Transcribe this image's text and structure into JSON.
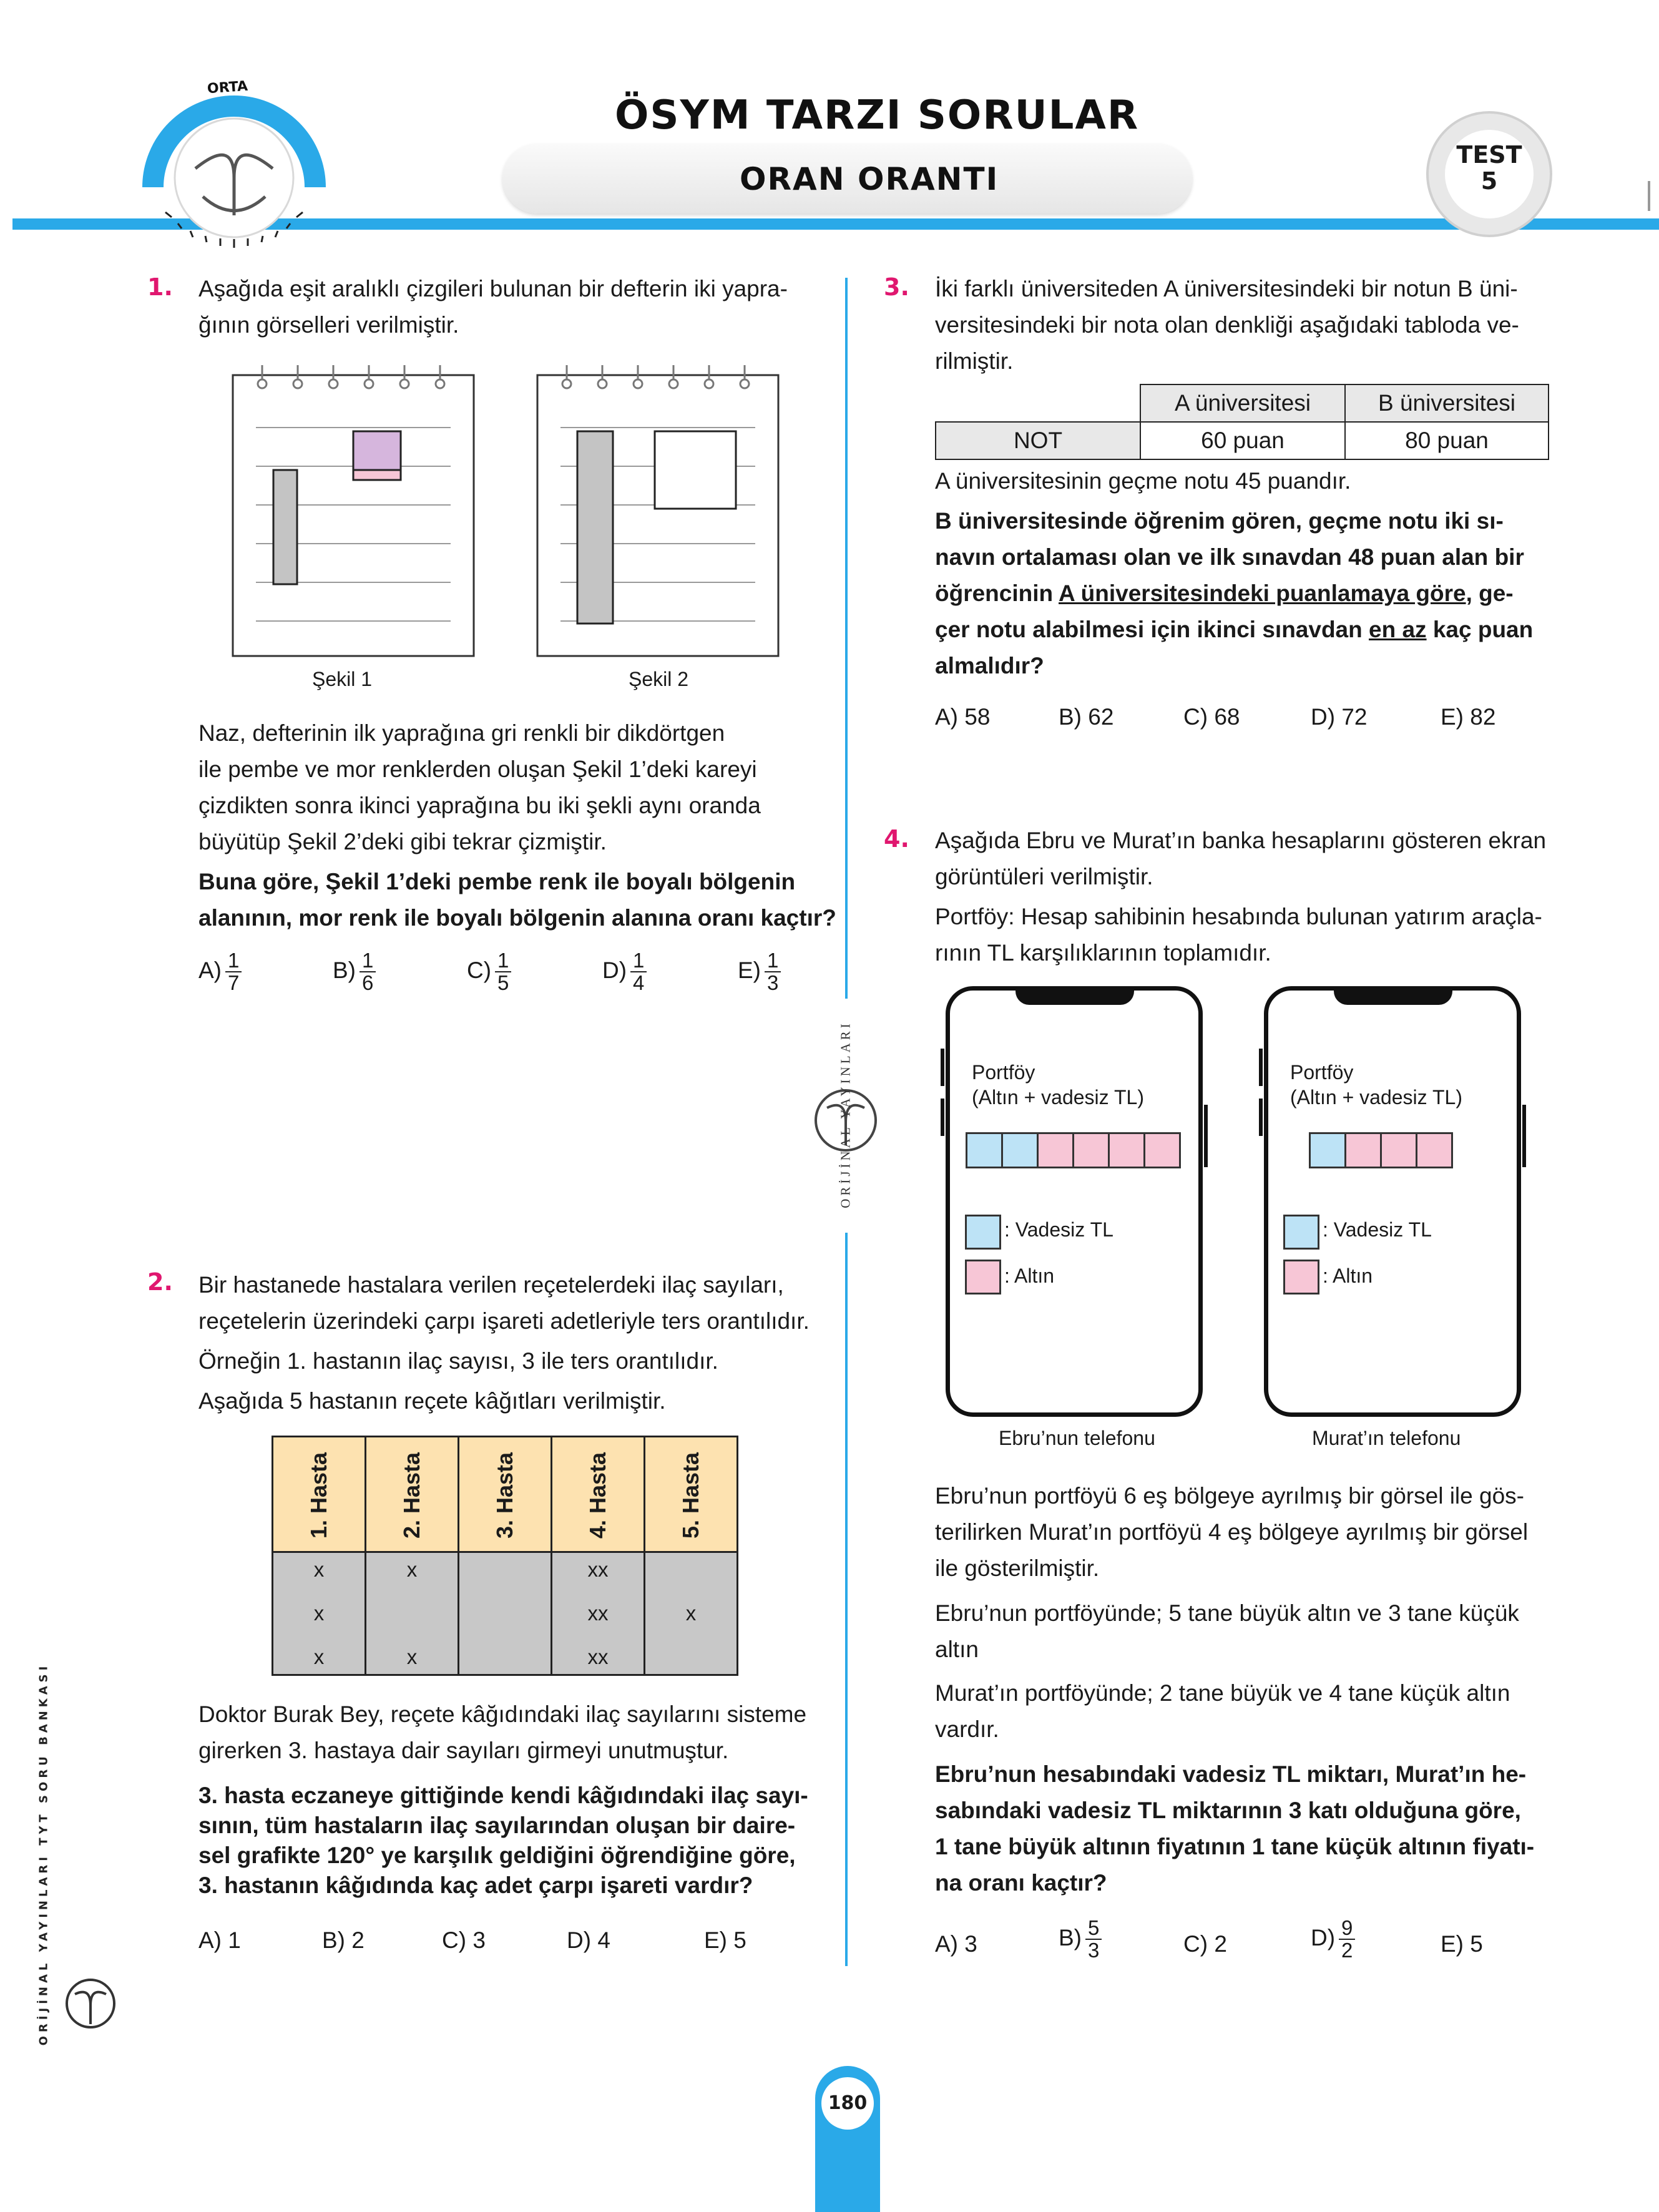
{
  "header": {
    "level_badge": "ORTA",
    "title": "ÖSYM TARZI SORULAR",
    "subtitle": "ORAN ORANTI",
    "test_label": "TEST",
    "test_number": "5"
  },
  "q1": {
    "number": "1.",
    "intro_line1": "Aşağıda eşit aralıklı çizgileri bulunan bir defterin iki yapra-",
    "intro_line2": "ğının görselleri verilmiştir.",
    "figure1_caption": "Şekil 1",
    "figure2_caption": "Şekil 2",
    "body_lines": [
      "Naz, defterinin ilk yaprağına gri renkli bir dikdörtgen",
      "ile pembe ve mor renklerden oluşan Şekil 1’deki kareyi",
      "çizdikten sonra ikinci yaprağına bu iki şekli aynı oranda",
      "büyütüp Şekil 2’deki gibi tekrar çizmiştir."
    ],
    "question_lines": [
      "Buna göre, Şekil 1’deki pembe renk ile boyalı bölgenin",
      "alanının, mor renk ile boyalı bölgenin alanına oranı kaçtır?"
    ],
    "options": [
      {
        "label": "A)",
        "num": "1",
        "den": "7"
      },
      {
        "label": "B)",
        "num": "1",
        "den": "6"
      },
      {
        "label": "C)",
        "num": "1",
        "den": "5"
      },
      {
        "label": "D)",
        "num": "1",
        "den": "4"
      },
      {
        "label": "E)",
        "num": "1",
        "den": "3"
      }
    ]
  },
  "q2": {
    "number": "2.",
    "intro_lines": [
      "Bir hastanede hastalara verilen reçetelerdeki ilaç sayıları,",
      "reçetelerin üzerindeki çarpı işareti adetleriyle ters orantılıdır.",
      "Örneğin 1. hastanın ilaç sayısı, 3 ile ters orantılıdır.",
      "Aşağıda 5 hastanın reçete kâğıtları verilmiştir."
    ],
    "patients": [
      {
        "name": "1. Hasta",
        "marks": [
          "x",
          "x",
          "x"
        ]
      },
      {
        "name": "2. Hasta",
        "marks": [
          "x",
          "",
          "x"
        ]
      },
      {
        "name": "3. Hasta",
        "marks": [
          "",
          "",
          ""
        ]
      },
      {
        "name": "4. Hasta",
        "marks": [
          "xx",
          "xx",
          "xx"
        ]
      },
      {
        "name": "5. Hasta",
        "marks": [
          "",
          "x",
          ""
        ]
      }
    ],
    "body_lines": [
      "Doktor Burak Bey, reçete kâğıdındaki ilaç sayılarını sisteme",
      "girerken 3. hastaya dair sayıları girmeyi unutmuştur."
    ],
    "question_lines": [
      "3. hasta eczaneye gittiğinde kendi kâğıdındaki ilaç sayı-",
      "sının, tüm hastaların ilaç sayılarından oluşan bir daire-",
      "sel grafikte 120° ye karşılık geldiğini öğrendiğine göre,",
      "3. hastanın kâğıdında kaç adet çarpı işareti vardır?"
    ],
    "options": [
      "A) 1",
      "B) 2",
      "C) 3",
      "D) 4",
      "E) 5"
    ]
  },
  "q3": {
    "number": "3.",
    "intro_lines": [
      "İki farklı üniversiteden A üniversitesindeki bir notun B üni-",
      "versitesindeki bir nota olan denkliği aşağıdaki tabloda ve-",
      "rilmiştir."
    ],
    "table": {
      "col1": "A üniversitesi",
      "col2": "B üniversitesi",
      "row_label": "NOT",
      "val1": "60 puan",
      "val2": "80 puan"
    },
    "body_line": "A üniversitesinin geçme notu 45 puandır.",
    "question_lines": [
      "B üniversitesinde öğrenim gören, geçme notu iki sı-",
      "navın ortalaması olan ve ilk sınavdan 48 puan alan bir",
      "öğrencinin ",
      "A üniversitesindeki puanlamaya göre",
      ", ge-",
      "çer notu alabilmesi için ikinci sınavdan ",
      "en az",
      " kaç puan",
      "almalıdır?"
    ],
    "options": [
      "A) 58",
      "B) 62",
      "C) 68",
      "D) 72",
      "E) 82"
    ]
  },
  "q4": {
    "number": "4.",
    "intro_lines": [
      "Aşağıda Ebru ve Murat’ın banka hesaplarını gösteren ekran",
      "görüntüleri verilmiştir.",
      "Portföy: Hesap sahibinin hesabında bulunan yatırım araçla-",
      "rının TL karşılıklarının toplamıdır."
    ],
    "phone_title1": "Portföy",
    "phone_title2": "(Altın + vadesiz TL)",
    "legend_tl": ": Vadesiz TL",
    "legend_gold": ": Altın",
    "ebru_caption": "Ebru’nun telefonu",
    "murat_caption": "Murat’ın telefonu",
    "ebru_segments": [
      "tl",
      "tl",
      "gold",
      "gold",
      "gold",
      "gold"
    ],
    "murat_segments": [
      "tl",
      "gold",
      "gold",
      "gold"
    ],
    "body_lines": [
      "Ebru’nun portföyü 6 eş bölgeye ayrılmış bir görsel ile gös-",
      "terilirken Murat’ın portföyü 4 eş bölgeye ayrılmış bir görsel",
      "ile gösterilmiştir.",
      "Ebru’nun portföyünde; 5 tane büyük altın ve 3 tane küçük",
      "altın",
      "Murat’ın portföyünde; 2 tane büyük ve 4 tane küçük altın",
      "vardır."
    ],
    "question_lines": [
      "Ebru’nun hesabındaki vadesiz TL miktarı, Murat’ın he-",
      "sabındaki vadesiz TL miktarının 3 katı olduğuna göre,",
      "1 tane büyük altının fiyatının 1 tane küçük altının fiyatı-",
      "na oranı kaçtır?"
    ],
    "options": [
      {
        "text": "A) 3"
      },
      {
        "label": "B)",
        "num": "5",
        "den": "3"
      },
      {
        "text": "C) 2"
      },
      {
        "label": "D)",
        "num": "9",
        "den": "2"
      },
      {
        "text": "E) 5"
      }
    ]
  },
  "side_text": "ORİJİNAL YAYINLARI TYT SORU BANKASI",
  "center_logo_text": "ORİJİNAL YAYINLARI",
  "page_number": "180",
  "colors": {
    "accent": "#2aa9e8",
    "qnum": "#e0176f",
    "pink": "#f7c6d6",
    "purple": "#d6b6dd",
    "tl_blue": "#bde3f6",
    "header_fill": "#fde2b0",
    "gray": "#c8c8c8"
  }
}
